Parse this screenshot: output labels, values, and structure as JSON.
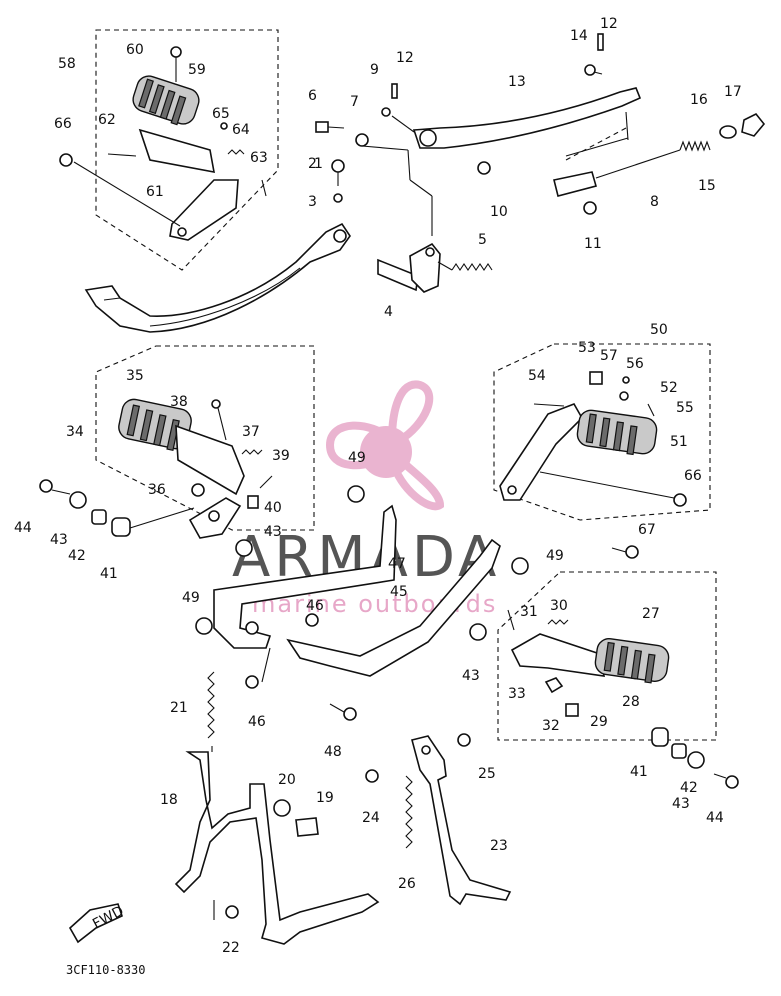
{
  "diagram": {
    "callouts": [
      {
        "id": "l1",
        "text": "1"
      },
      {
        "id": "l2",
        "text": "2"
      },
      {
        "id": "l3",
        "text": "3"
      },
      {
        "id": "l4",
        "text": "4"
      },
      {
        "id": "l5",
        "text": "5"
      },
      {
        "id": "l6",
        "text": "6"
      },
      {
        "id": "l7",
        "text": "7"
      },
      {
        "id": "l8",
        "text": "8"
      },
      {
        "id": "l9",
        "text": "9"
      },
      {
        "id": "l10",
        "text": "10"
      },
      {
        "id": "l11",
        "text": "11"
      },
      {
        "id": "l12a",
        "text": "12"
      },
      {
        "id": "l12b",
        "text": "12"
      },
      {
        "id": "l13",
        "text": "13"
      },
      {
        "id": "l14",
        "text": "14"
      },
      {
        "id": "l15",
        "text": "15"
      },
      {
        "id": "l16",
        "text": "16"
      },
      {
        "id": "l17",
        "text": "17"
      },
      {
        "id": "l18",
        "text": "18"
      },
      {
        "id": "l19",
        "text": "19"
      },
      {
        "id": "l20",
        "text": "20"
      },
      {
        "id": "l21",
        "text": "21"
      },
      {
        "id": "l22",
        "text": "22"
      },
      {
        "id": "l23",
        "text": "23"
      },
      {
        "id": "l24",
        "text": "24"
      },
      {
        "id": "l25",
        "text": "25"
      },
      {
        "id": "l26",
        "text": "26"
      },
      {
        "id": "l27",
        "text": "27"
      },
      {
        "id": "l28",
        "text": "28"
      },
      {
        "id": "l29",
        "text": "29"
      },
      {
        "id": "l30",
        "text": "30"
      },
      {
        "id": "l31",
        "text": "31"
      },
      {
        "id": "l32",
        "text": "32"
      },
      {
        "id": "l33",
        "text": "33"
      },
      {
        "id": "l34",
        "text": "34"
      },
      {
        "id": "l35",
        "text": "35"
      },
      {
        "id": "l36",
        "text": "36"
      },
      {
        "id": "l37",
        "text": "37"
      },
      {
        "id": "l38",
        "text": "38"
      },
      {
        "id": "l39",
        "text": "39"
      },
      {
        "id": "l40",
        "text": "40"
      },
      {
        "id": "l41a",
        "text": "41"
      },
      {
        "id": "l41b",
        "text": "41"
      },
      {
        "id": "l42a",
        "text": "42"
      },
      {
        "id": "l42b",
        "text": "42"
      },
      {
        "id": "l43a",
        "text": "43"
      },
      {
        "id": "l43b",
        "text": "43"
      },
      {
        "id": "l43c",
        "text": "43"
      },
      {
        "id": "l43d",
        "text": "43"
      },
      {
        "id": "l44a",
        "text": "44"
      },
      {
        "id": "l44b",
        "text": "44"
      },
      {
        "id": "l45",
        "text": "45"
      },
      {
        "id": "l46a",
        "text": "46"
      },
      {
        "id": "l46b",
        "text": "46"
      },
      {
        "id": "l47",
        "text": "47"
      },
      {
        "id": "l48",
        "text": "48"
      },
      {
        "id": "l49a",
        "text": "49"
      },
      {
        "id": "l49b",
        "text": "49"
      },
      {
        "id": "l49c",
        "text": "49"
      },
      {
        "id": "l50",
        "text": "50"
      },
      {
        "id": "l51",
        "text": "51"
      },
      {
        "id": "l52",
        "text": "52"
      },
      {
        "id": "l53",
        "text": "53"
      },
      {
        "id": "l54",
        "text": "54"
      },
      {
        "id": "l55",
        "text": "55"
      },
      {
        "id": "l56",
        "text": "56"
      },
      {
        "id": "l57",
        "text": "57"
      },
      {
        "id": "l58",
        "text": "58"
      },
      {
        "id": "l59",
        "text": "59"
      },
      {
        "id": "l60",
        "text": "60"
      },
      {
        "id": "l61",
        "text": "61"
      },
      {
        "id": "l62",
        "text": "62"
      },
      {
        "id": "l63",
        "text": "63"
      },
      {
        "id": "l64",
        "text": "64"
      },
      {
        "id": "l65",
        "text": "65"
      },
      {
        "id": "l66a",
        "text": "66"
      },
      {
        "id": "l66b",
        "text": "66"
      },
      {
        "id": "l67",
        "text": "67"
      }
    ],
    "drawing_code": "3CF110-8330",
    "direction_badge": "FWD"
  },
  "watermark": {
    "brand": "ARMADA",
    "tagline": "marine outboards",
    "colors": {
      "accent": "#e7a7c8",
      "text": "#555555",
      "ink": "#111111"
    }
  }
}
